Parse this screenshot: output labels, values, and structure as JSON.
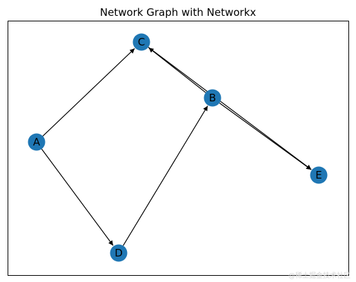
{
  "title": "Network Graph with Networkx",
  "graph": {
    "directed": true,
    "node_color": "#1f77b4",
    "edge_color": "#000000",
    "nodes": [
      {
        "id": "A"
      },
      {
        "id": "B"
      },
      {
        "id": "C"
      },
      {
        "id": "D"
      },
      {
        "id": "E"
      }
    ],
    "edges": [
      {
        "source": "A",
        "target": "C"
      },
      {
        "source": "A",
        "target": "D"
      },
      {
        "source": "D",
        "target": "B"
      },
      {
        "source": "B",
        "target": "C"
      },
      {
        "source": "B",
        "target": "E"
      },
      {
        "source": "C",
        "target": "E"
      }
    ]
  },
  "watermark": "@稀土掘金技术社区"
}
